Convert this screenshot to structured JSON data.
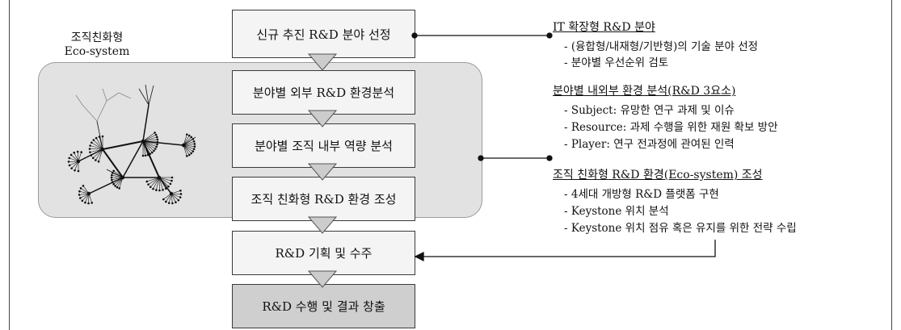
{
  "ecosystem": {
    "label_line1": "조직친화형",
    "label_line2": "Eco-system"
  },
  "flow": {
    "steps": [
      "신규 추진 R&D 분야 선정",
      "분야별 외부 R&D 환경분석",
      "분야별 조직 내부 역량 분석",
      "조직 친화형 R&D 환경 조성",
      "R&D 기획 및 수주",
      "R&D 수행 및 결과 창출"
    ]
  },
  "notes": [
    {
      "heading": "IT 확장형 R&D 분야",
      "items": [
        "- (융합형/내재형/기반형)의 기술 분야 선정",
        "- 분야별 우선순위 검토"
      ]
    },
    {
      "heading": "분야별 내외부 환경 분석(R&D 3요소)",
      "items": [
        "- Subject: 유망한 연구 과제 및 이슈",
        "- Resource: 과제 수행을 위한 재원 확보 방안",
        "- Player: 연구 전과정에 관여된 인력"
      ]
    },
    {
      "heading": "조직 친화형 R&D 환경(Eco-system) 조성",
      "items": [
        "- 4세대 개방형 R&D 플랫폼 구현",
        "- Keystone 위치 분석",
        "- Keystone 위치 점유 혹은 유지를 위한 전략 수립"
      ]
    }
  ],
  "colors": {
    "panel": "#e2e2e2",
    "box": "#f4f4f4",
    "box_final": "#cfcfcf",
    "arrow": "#cccccc",
    "line": "#111111"
  }
}
